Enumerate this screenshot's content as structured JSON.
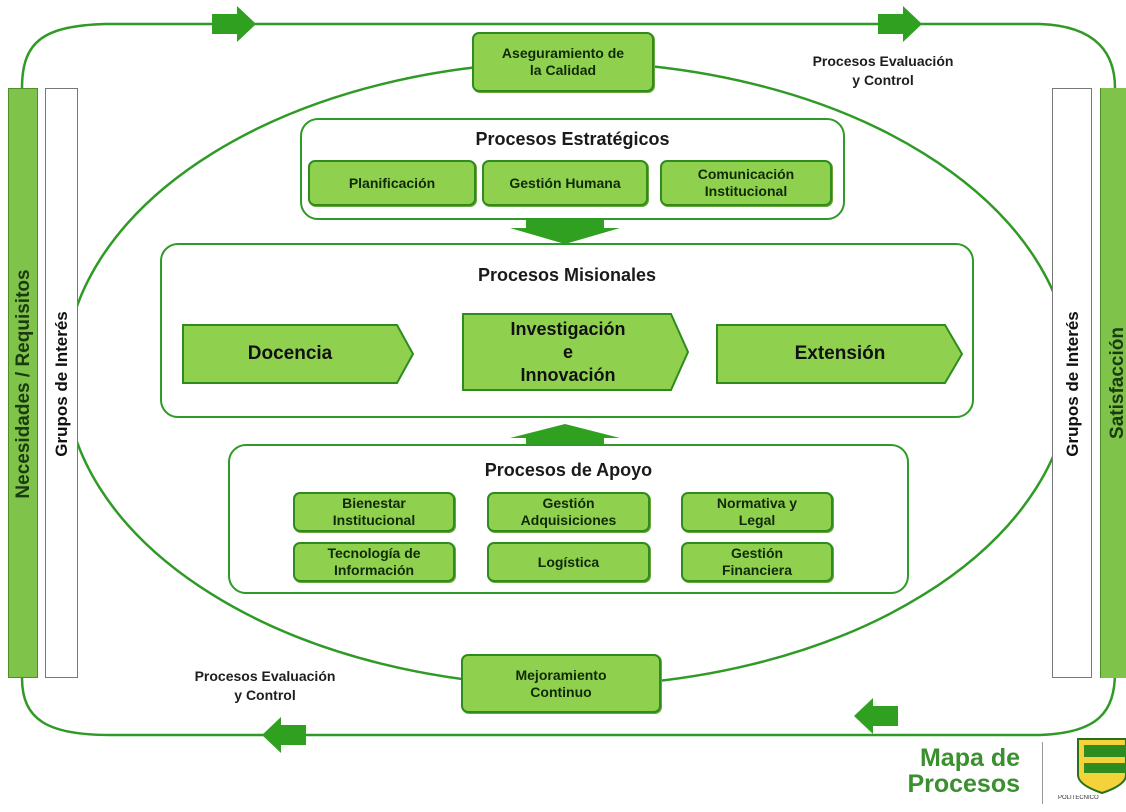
{
  "colors": {
    "accent": "#8fd14f",
    "border": "#2e8b1e",
    "line": "#2f9a25",
    "brand": "#3a8f2e"
  },
  "top_box": "Aseguramiento de\nla Calidad",
  "bottom_box": "Mejoramiento\nContinuo",
  "eval_top": "Procesos Evaluación\ny Control",
  "eval_bottom": "Procesos Evaluación\ny Control",
  "left_bar": "Necesidades  /  Requisitos",
  "left_inner": "Grupos de Interés",
  "right_inner": "Grupos de Interés",
  "right_bar": "Satisfacción",
  "estrategicos": {
    "title": "Procesos Estratégicos",
    "items": [
      "Planificación",
      "Gestión Humana",
      "Comunicación\nInstitucional"
    ]
  },
  "misionales": {
    "title": "Procesos Misionales",
    "items": [
      "Docencia",
      "Investigación\ne\nInnovación",
      "Extensión"
    ]
  },
  "apoyo": {
    "title": "Procesos de Apoyo",
    "items": [
      "Bienestar\nInstitucional",
      "Gestión\nAdquisiciones",
      "Normativa y\nLegal",
      "Tecnología de\nInformación",
      "Logística",
      "Gestión\nFinanciera"
    ]
  },
  "brand": {
    "line1": "Mapa de",
    "line2": "Procesos",
    "institution": "POLITÉCNICO"
  }
}
